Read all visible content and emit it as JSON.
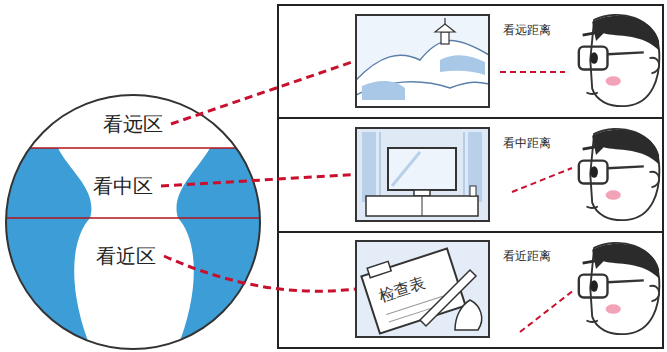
{
  "diagram": {
    "nodes": [
      {
        "text": [
          "看远区"
        ]
      },
      {
        "text": [
          "看中区"
        ]
      },
      {
        "text": [
          "看近区"
        ]
      },
      {
        "text": [
          "看远距离"
        ]
      },
      {
        "text": [
          "看中距离"
        ]
      },
      {
        "text": [
          "看近距离"
        ]
      }
    ],
    "edges": [
      {
        "from": 0,
        "to": 3,
        "arrow": "none"
      },
      {
        "from": 1,
        "to": 4,
        "arrow": "none"
      },
      {
        "from": 2,
        "to": 5,
        "arrow": "none"
      }
    ],
    "labels": [
      "检查表"
    ]
  }
}
